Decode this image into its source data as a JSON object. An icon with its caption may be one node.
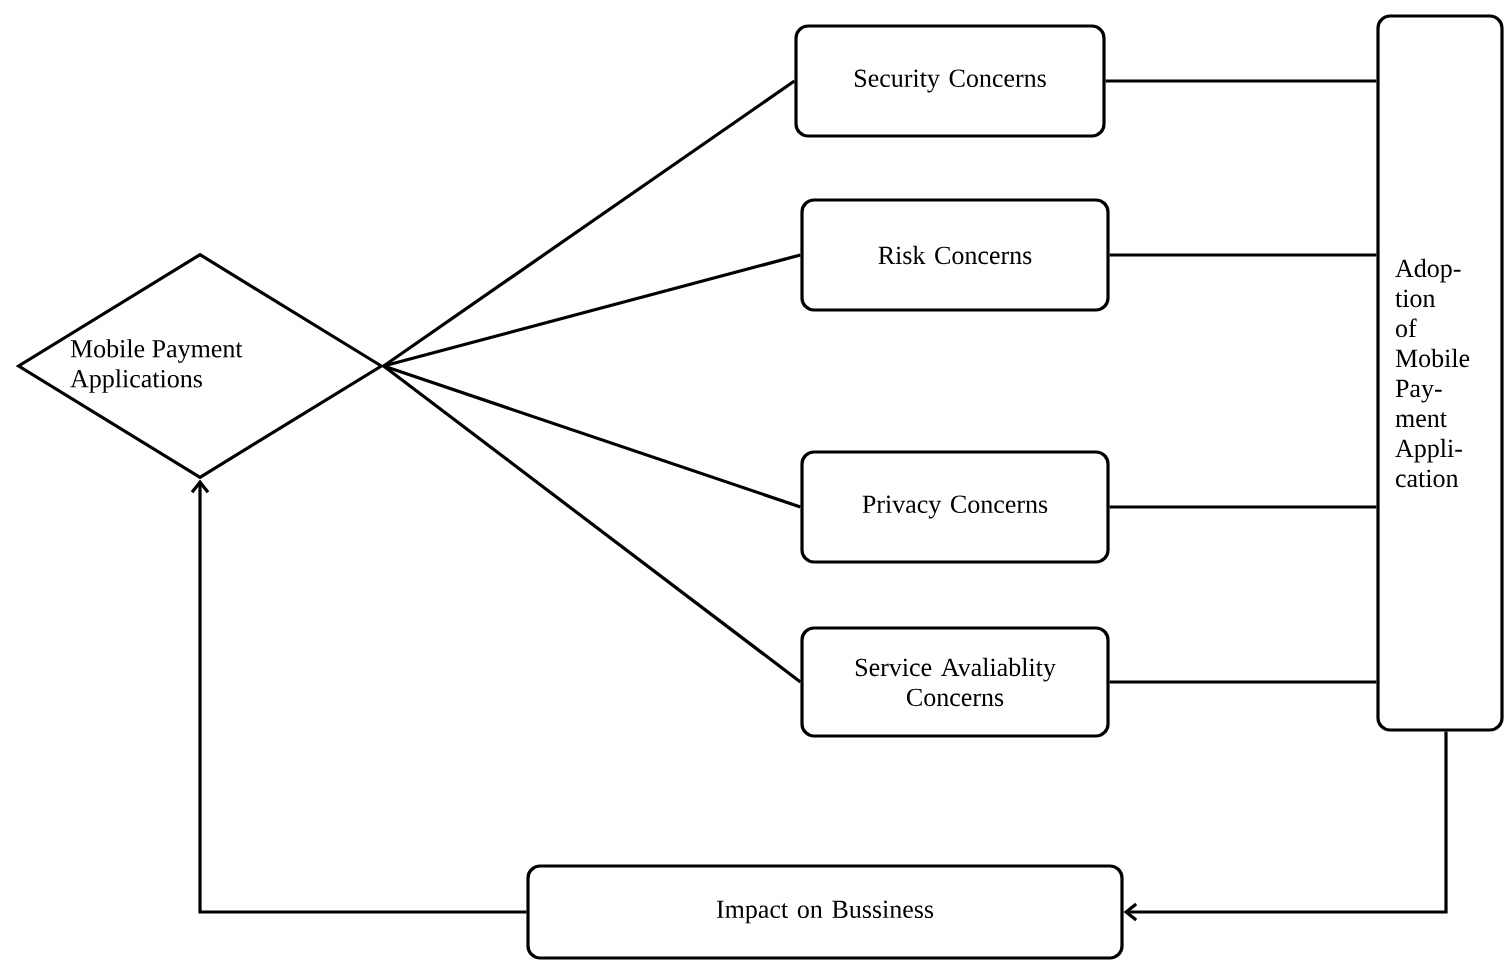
{
  "diagram": {
    "nodes": [
      {
        "text": [
          "Mobile Payment Applications"
        ]
      },
      {
        "text": [
          "Security Concerns"
        ]
      },
      {
        "text": [
          "Risk Concerns"
        ]
      },
      {
        "text": [
          "Privacy Concerns"
        ]
      },
      {
        "text": [
          "Service Avaliablity Concerns"
        ]
      },
      {
        "text": [
          "Adop- tion of Mobile Pay- ment Appli- cation"
        ]
      },
      {
        "text": [
          "Impact on Bussiness"
        ]
      }
    ],
    "edges": [
      {
        "from": 0,
        "to": 1,
        "arrow": "none"
      },
      {
        "from": 0,
        "to": 2,
        "arrow": "none"
      },
      {
        "from": 0,
        "to": 3,
        "arrow": "none"
      },
      {
        "from": 0,
        "to": 4,
        "arrow": "none"
      },
      {
        "from": 1,
        "to": 5,
        "arrow": "none"
      },
      {
        "from": 2,
        "to": 5,
        "arrow": "none"
      },
      {
        "from": 3,
        "to": 5,
        "arrow": "none"
      },
      {
        "from": 4,
        "to": 5,
        "arrow": "none"
      },
      {
        "from": 5,
        "to": 6,
        "arrow": "to"
      },
      {
        "from": 6,
        "to": 0,
        "arrow": "to"
      }
    ]
  }
}
